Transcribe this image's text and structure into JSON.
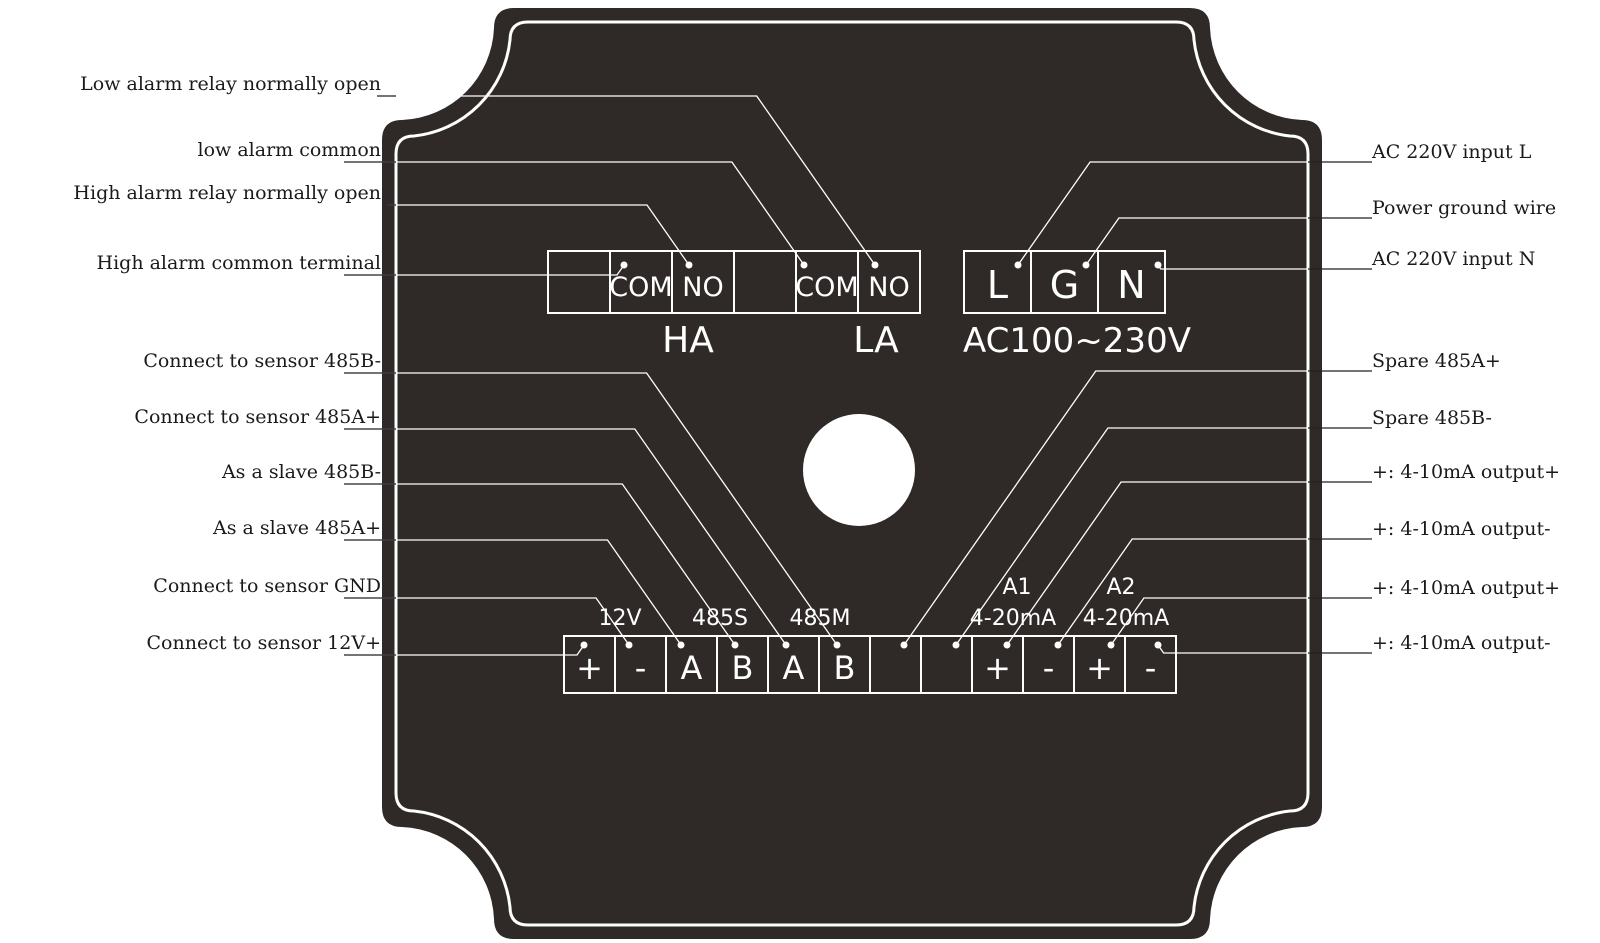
{
  "colors": {
    "panel": "#2f2a28",
    "line_white": "#ffffff",
    "text_dark": "#1a1a1a",
    "hole": "#ffffff"
  },
  "labels_left": [
    "Low alarm relay normally open",
    "low alarm common",
    "High alarm relay normally open",
    "High alarm common terminal",
    "Connect to sensor 485B-",
    "Connect to sensor 485A+",
    "As a slave 485B-",
    "As a slave 485A+",
    "Connect to sensor GND",
    "Connect to sensor 12V+"
  ],
  "labels_right": [
    "AC 220V input L",
    "Power ground wire",
    "AC 220V input N",
    "Spare 485A+",
    "Spare 485B-",
    "+: 4-10mA output+",
    "+: 4-10mA output-",
    "+: 4-10mA output+",
    "+: 4-10mA output-"
  ],
  "relay_block": {
    "cells": [
      "",
      "COM",
      "NO",
      "",
      "COM",
      "NO"
    ],
    "groups": [
      "HA",
      "LA"
    ]
  },
  "power_block": {
    "cells": [
      "L",
      "G",
      "N"
    ],
    "group": "AC100~230V"
  },
  "signal_block": {
    "cells": [
      "+",
      "-",
      "A",
      "B",
      "A",
      "B",
      "",
      "",
      "+",
      "-",
      "+",
      "-"
    ],
    "groups": [
      "12V",
      "485S",
      "485M",
      "4-20mA",
      "4-20mA"
    ],
    "channels": [
      "A1",
      "A2"
    ]
  }
}
